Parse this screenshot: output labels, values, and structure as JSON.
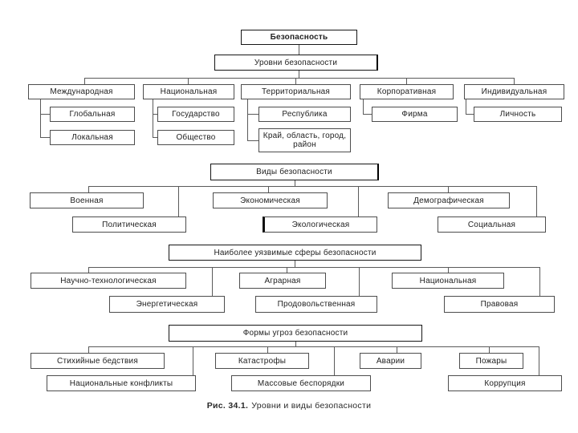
{
  "diagram": {
    "root": "Безопасность",
    "levels_header": "Уровни безопасности",
    "levels": [
      {
        "label": "Международная",
        "children": [
          "Глобальная",
          "Локальная"
        ]
      },
      {
        "label": "Национальная",
        "children": [
          "Государство",
          "Общество"
        ]
      },
      {
        "label": "Территориальная",
        "children": [
          "Республика",
          "Край, область, город, район"
        ]
      },
      {
        "label": "Корпоративная",
        "children": [
          "Фирма"
        ]
      },
      {
        "label": "Индивидуальная",
        "children": [
          "Личность"
        ]
      }
    ],
    "types_header": "Виды безопасности",
    "types": [
      "Военная",
      "Политическая",
      "Экономическая",
      "Экологическая",
      "Демографическая",
      "Социальная"
    ],
    "spheres_header": "Наиболее уязвимые сферы безопасности",
    "spheres": [
      "Научно-технологическая",
      "Энергетическая",
      "Аграрная",
      "Продовольственная",
      "Национальная",
      "Правовая"
    ],
    "threats_header": "Формы угроз безопасности",
    "threats": [
      "Стихийные бедствия",
      "Национальные конфликты",
      "Катастрофы",
      "Массовые беспорядки",
      "Аварии",
      "Пожары",
      "Коррупция"
    ],
    "caption": {
      "figure_label": "Рис. 34.1.",
      "text": "Уровни и виды безопасности"
    }
  }
}
